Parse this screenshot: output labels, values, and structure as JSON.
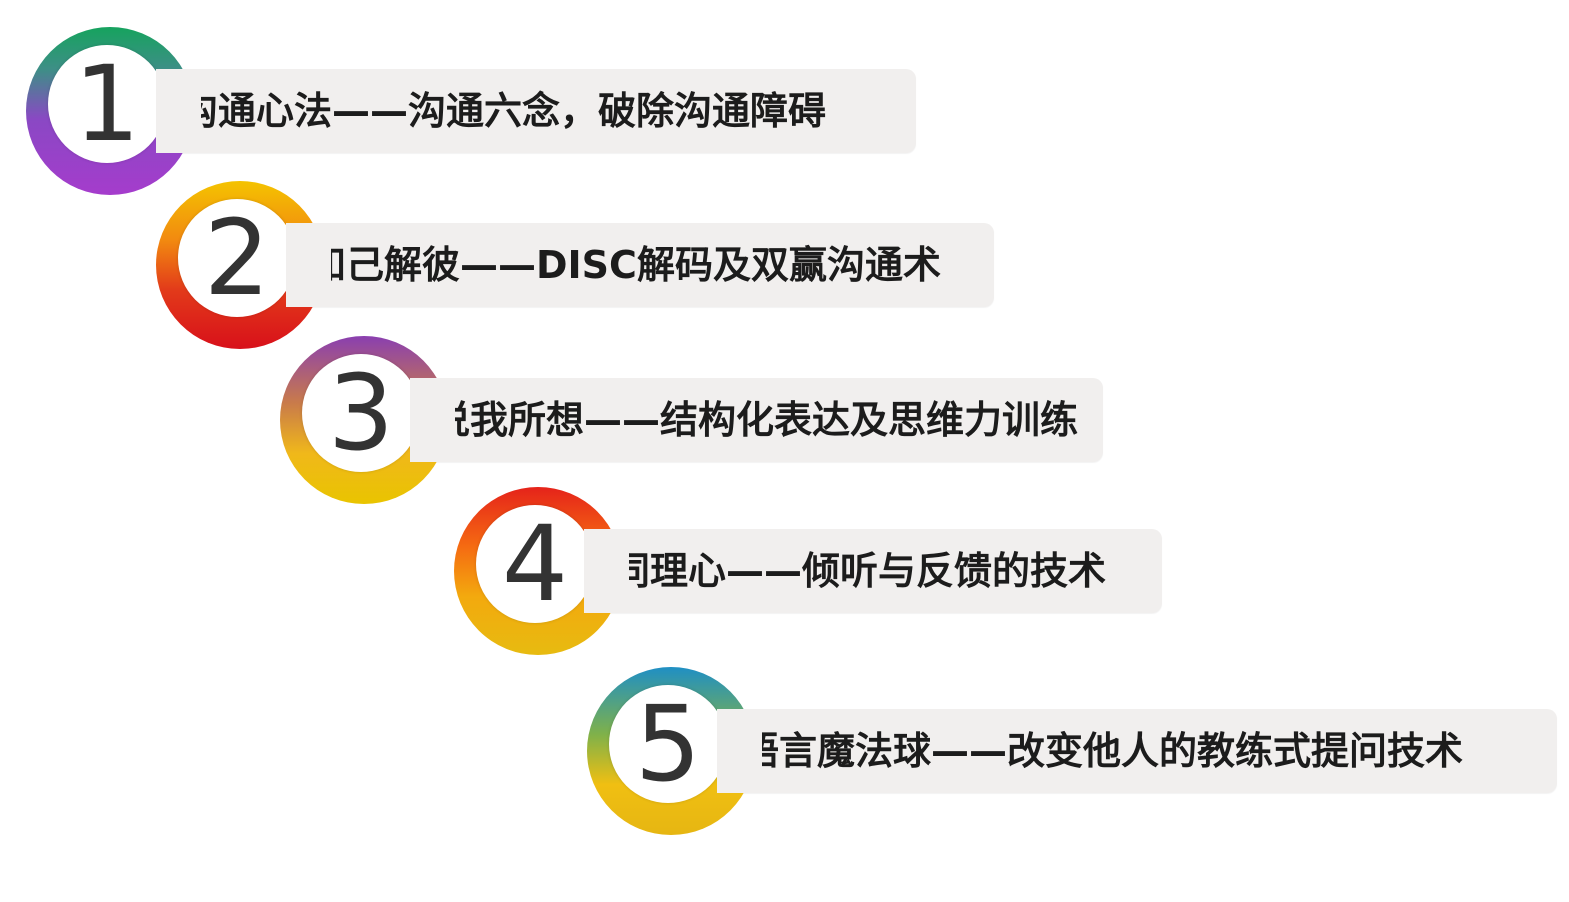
{
  "steps": [
    {
      "number": "1",
      "text": "沟通心法——沟通六念，破除沟通障碍"
    },
    {
      "number": "2",
      "text": "知己解彼——DISC解码及双赢沟通术"
    },
    {
      "number": "3",
      "text": "说我所想——结构化表达及思维力训练"
    },
    {
      "number": "4",
      "text": "同理心——倾听与反馈的技术"
    },
    {
      "number": "5",
      "text": "语言魔法球——改变他人的教练式提问技术"
    }
  ],
  "colors": {
    "bar_background": "#f1efee",
    "text": "#1c1c1c",
    "number": "#333333"
  }
}
